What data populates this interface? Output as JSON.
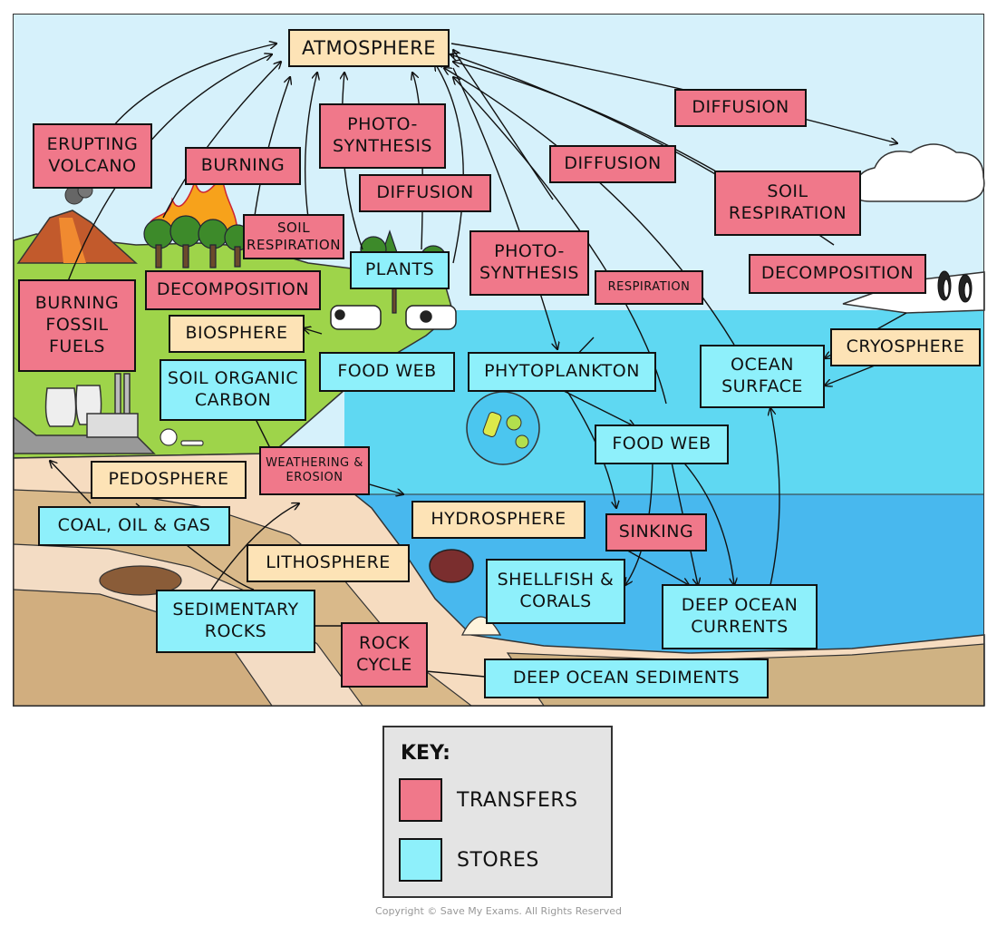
{
  "labels": {
    "atmosphere": "ATMOSPHERE",
    "erupting_volcano": "ERUPTING VOLCANO",
    "burning": "BURNING",
    "photosynthesis_1": "PHOTO-\nSYNTHESIS",
    "diffusion_1": "DIFFUSION",
    "diffusion_2": "DIFFUSION",
    "diffusion_3": "DIFFUSION",
    "soil_respiration_1": "SOIL RESPIRATION",
    "soil_respiration_2": "SOIL RESPIRATION",
    "plants": "PLANTS",
    "photosynthesis_2": "PHOTO-\nSYNTHESIS",
    "respiration": "RESPIRATION",
    "decomposition_1": "DECOMPOSITION",
    "decomposition_2": "DECOMPOSITION",
    "burning_fossil_fuels": "BURNING FOSSIL FUELS",
    "biosphere": "BIOSPHERE",
    "food_web_1": "FOOD WEB",
    "food_web_2": "FOOD WEB",
    "soil_organic_carbon": "SOIL ORGANIC CARBON",
    "phytoplankton": "PHYTOPLANKTON",
    "ocean_surface": "OCEAN SURFACE",
    "cryosphere": "CRYOSPHERE",
    "pedosphere": "PEDOSPHERE",
    "weathering_erosion": "WEATHERING & EROSION",
    "hydrosphere": "HYDROSPHERE",
    "sinking": "SINKING",
    "coal_oil_gas": "COAL, OIL & GAS",
    "lithosphere": "LITHOSPHERE",
    "shellfish_corals": "SHELLFISH & CORALS",
    "deep_ocean_currents": "DEEP OCEAN CURRENTS",
    "sedimentary_rocks": "SEDIMENTARY ROCKS",
    "rock_cycle": "ROCK CYCLE",
    "deep_ocean_sediments": "DEEP OCEAN SEDIMENTS"
  },
  "key": {
    "title": "KEY:",
    "transfers": "TRANSFERS",
    "stores": "STORES"
  },
  "copyright": "Copyright © Save My Exams. All Rights Reserved",
  "colors": {
    "transfer": "#f0788a",
    "store": "#8ef0fb",
    "sphere": "#fde3b6",
    "sky": "#d6f1fb",
    "land": "#9ed44a",
    "ocean_surface": "#5fd8f2",
    "deep_ocean": "#48b8ee"
  }
}
